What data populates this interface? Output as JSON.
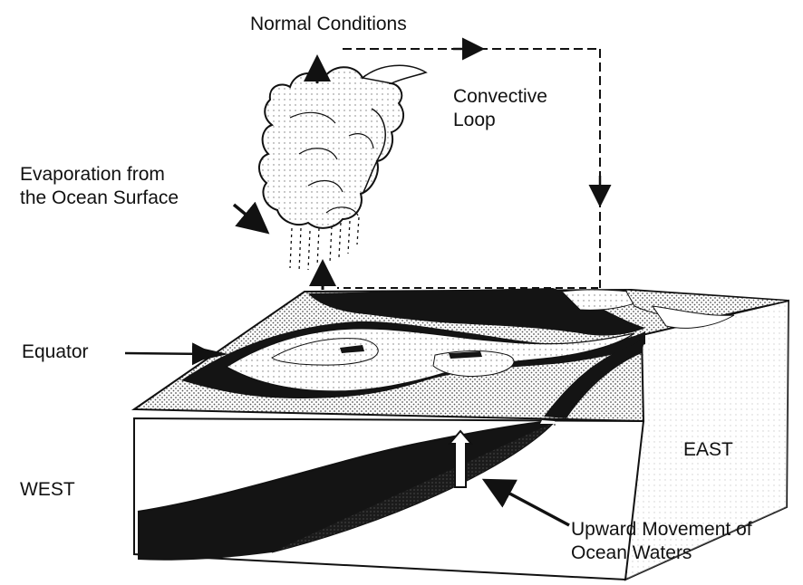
{
  "labels": {
    "title": "Normal Conditions",
    "convective_loop": [
      "Convective",
      "Loop"
    ],
    "evaporation": [
      "Evaporation from",
      "the Ocean Surface"
    ],
    "equator": "Equator",
    "west": "WEST",
    "east": "EAST",
    "upwelling": [
      "Upward Movement of",
      "Ocean Waters"
    ]
  },
  "colors": {
    "ink": "#111111",
    "paper": "#ffffff",
    "warm_water": "#1a1a1a",
    "stipple": "#bdbdbd",
    "light_stipple": "#e0e0e0"
  }
}
